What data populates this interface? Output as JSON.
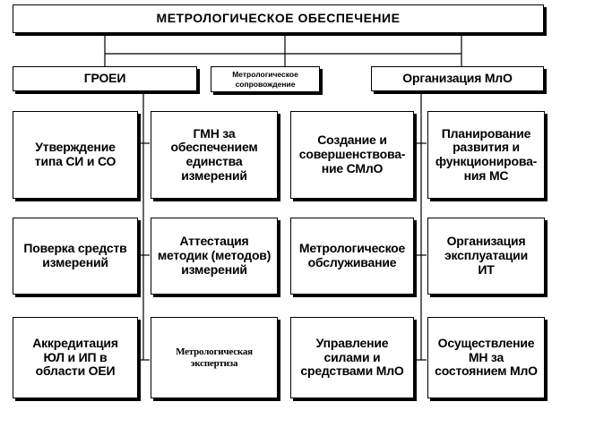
{
  "title": "МЕТРОЛОГИЧЕСКОЕ  ОБЕСПЕЧЕНИЕ",
  "categories": {
    "left": "ГРОЕИ",
    "center": "Метрологическое\nсопровождение",
    "right": "Организация МлО"
  },
  "rows": [
    [
      "Утверждение\nтипа СИ и СО",
      "ГМН  за\nобеспечением\nединства\nизмерений",
      "Создание и\nсовершенствова-\nние СМлО",
      "Планирование\nразвития и\nфункционирова-\nния  МС"
    ],
    [
      "Поверка средств\nизмерений",
      "Аттестация\nметодик (методов)\nизмерений",
      "Метрологическое\nобслуживание",
      "Организация\nэксплуатации\nИТ"
    ],
    [
      "Аккредитация\nЮЛ и ИП  в\nобласти ОЕИ",
      "Метрологическая\nэкспертиза",
      "Управление\nсилами  и\nсредствами МлО",
      "Осуществление\nМН  за\nсостоянием МлО"
    ]
  ],
  "colors": {
    "line": "#000000",
    "box_fill": "#ffffff",
    "text": "#000000"
  }
}
